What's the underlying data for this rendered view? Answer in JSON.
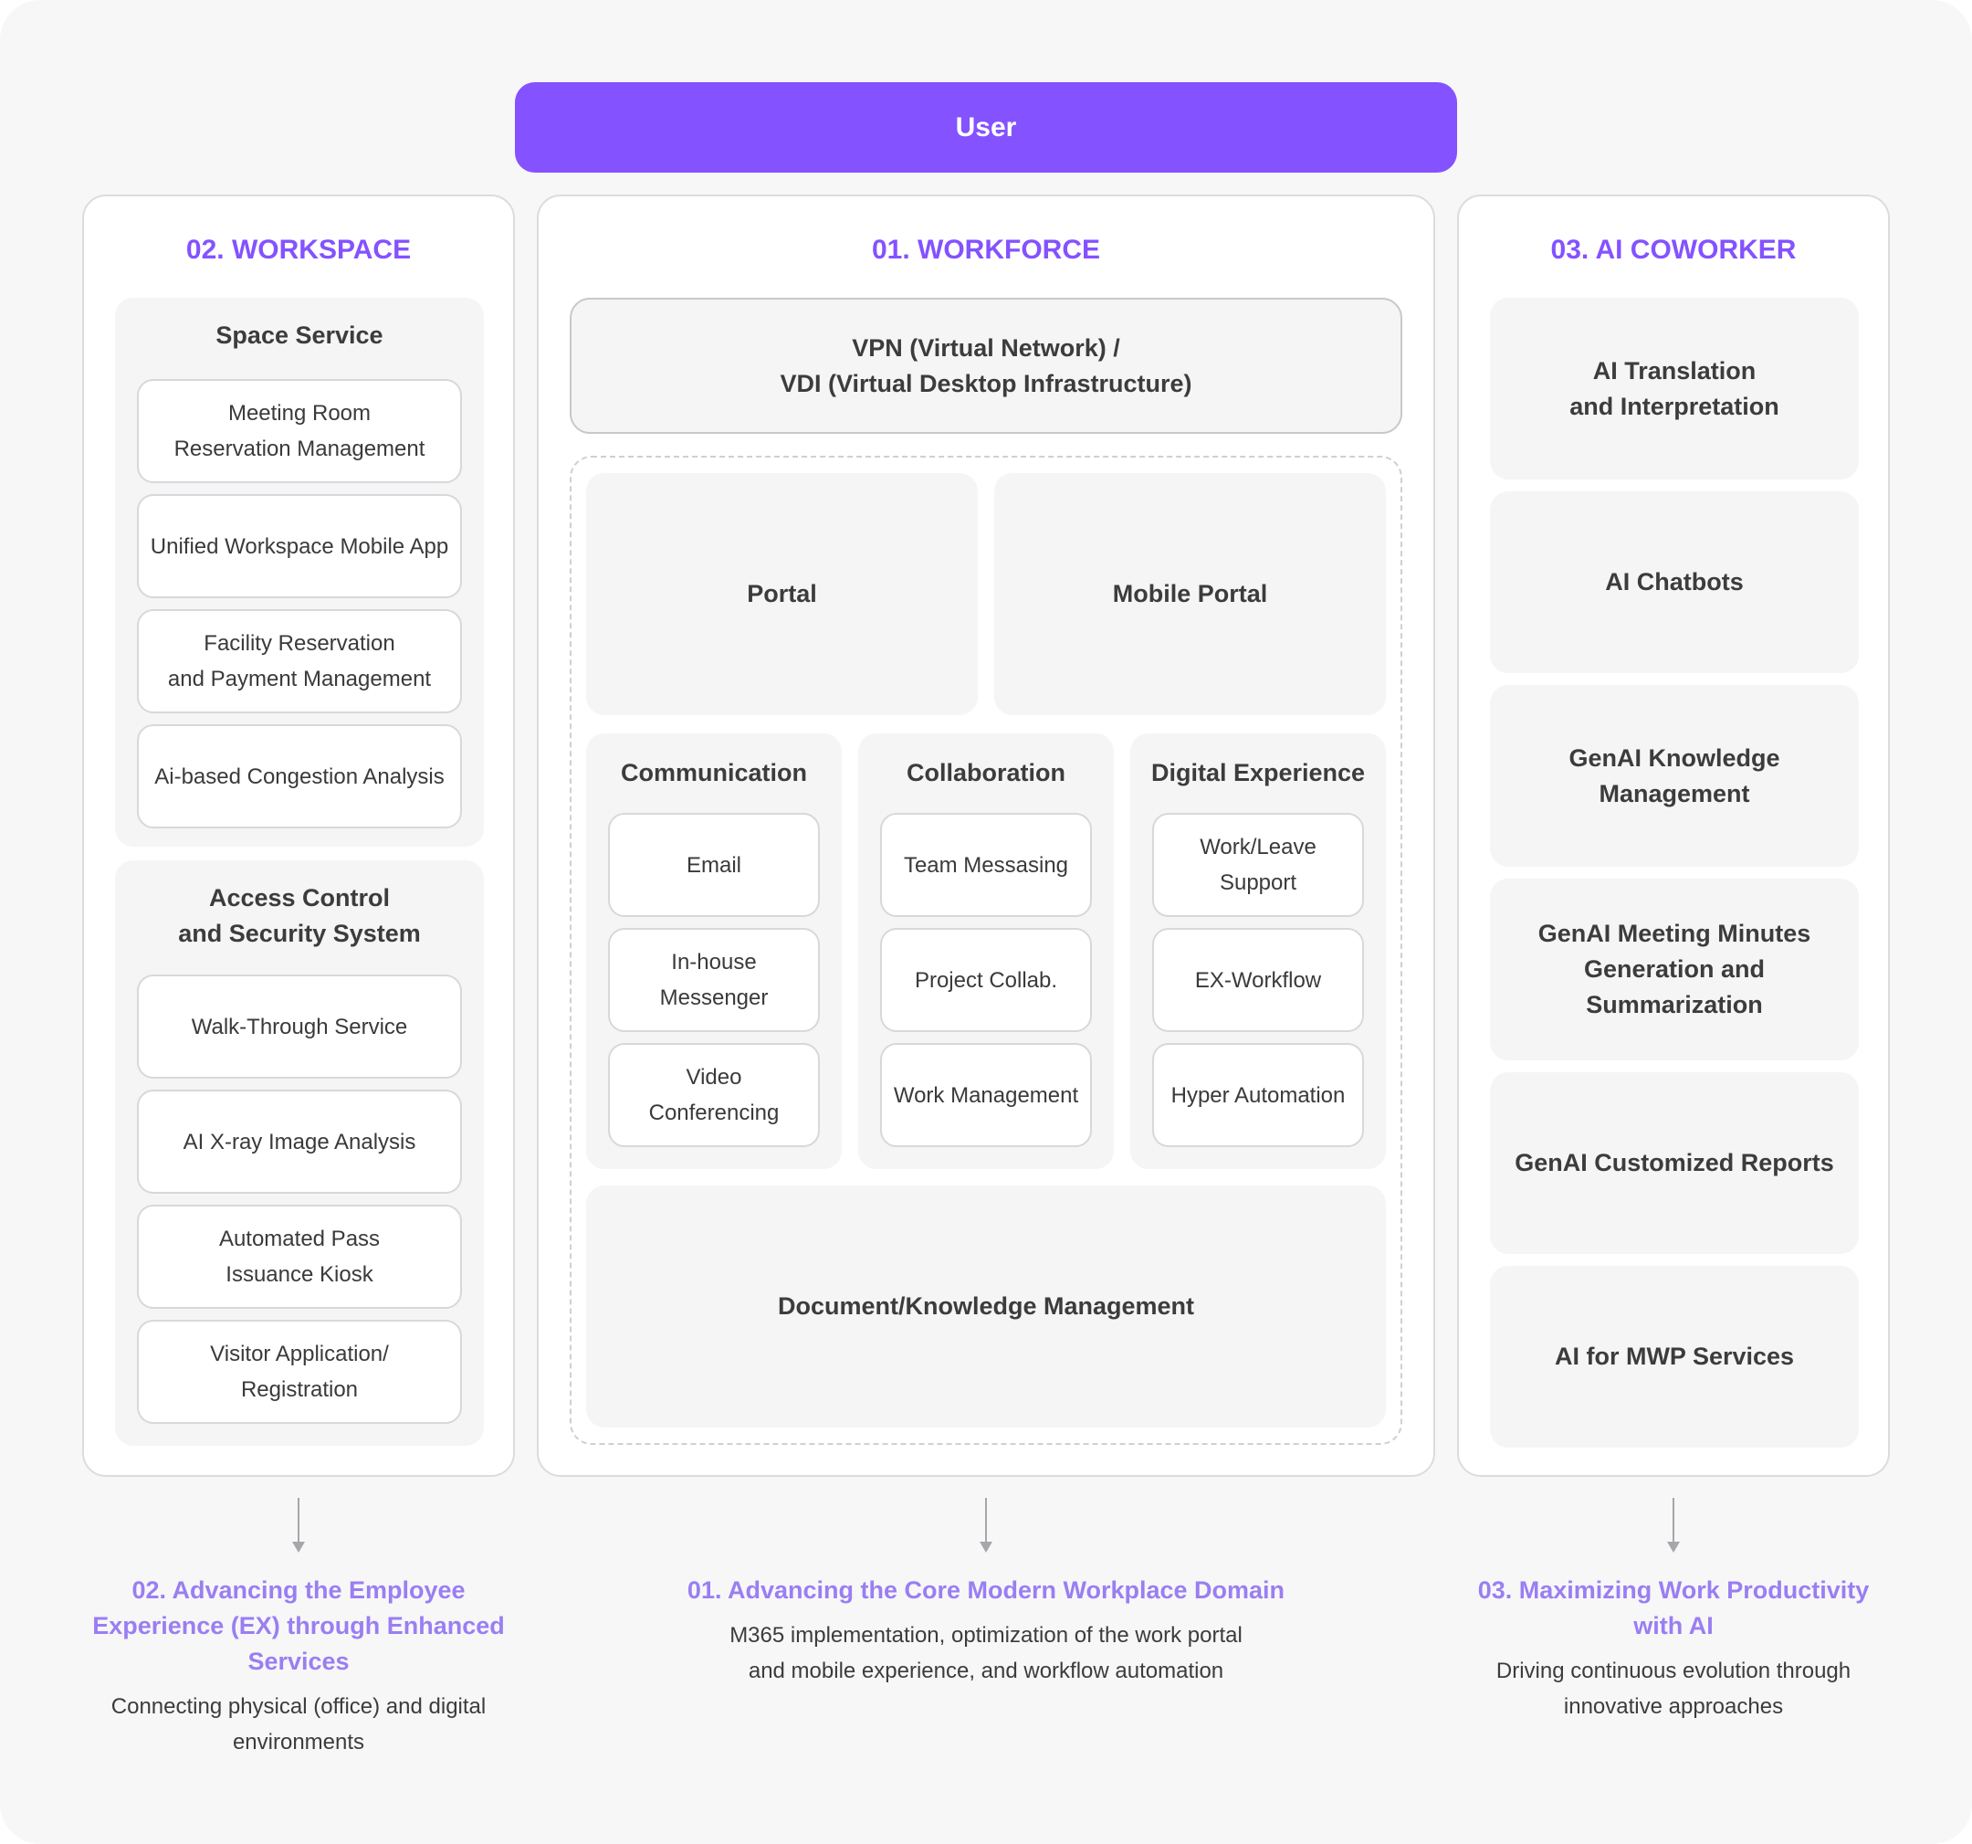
{
  "user": "User",
  "workspace": {
    "title": "02. WORKSPACE",
    "space_service": {
      "title": "Space Service",
      "items": [
        "Meeting Room\nReservation Management",
        "Unified Workspace Mobile App",
        "Facility Reservation\nand Payment Management",
        "Ai-based Congestion Analysis"
      ]
    },
    "access": {
      "title": "Access Control\nand Security System",
      "items": [
        "Walk-Through Service",
        "AI X-ray Image Analysis",
        "Automated Pass\nIssuance Kiosk",
        "Visitor Application/\nRegistration"
      ]
    }
  },
  "workforce": {
    "title": "01. WORKFORCE",
    "vpn": "VPN (Virtual Network) /\nVDI (Virtual Desktop Infrastructure)",
    "portal": "Portal",
    "mobile_portal": "Mobile Portal",
    "communication": {
      "title": "Communication",
      "items": [
        "Email",
        "In-house\nMessenger",
        "Video\nConferencing"
      ]
    },
    "collaboration": {
      "title": "Collaboration",
      "items": [
        "Team Messasing",
        "Project Collab.",
        "Work Management"
      ]
    },
    "digital_experience": {
      "title": "Digital Experience",
      "items": [
        "Work/Leave\nSupport",
        "EX-Workflow",
        "Hyper Automation"
      ]
    },
    "document": "Document/Knowledge Management"
  },
  "ai_coworker": {
    "title": "03. AI COWORKER",
    "items": [
      "AI Translation\nand Interpretation",
      "AI Chatbots",
      "GenAI Knowledge\nManagement",
      "GenAI Meeting Minutes\nGeneration and Summarization",
      "GenAI Customized Reports",
      "AI for MWP Services"
    ]
  },
  "outcomes": {
    "workspace": {
      "title": "02. Advancing the Employee\nExperience (EX) through Enhanced\nServices",
      "desc": "Connecting physical (office) and digital\nenvironments"
    },
    "workforce": {
      "title": "01. Advancing the Core Modern Workplace Domain",
      "desc": "M365 implementation, optimization of the work portal\nand mobile experience, and workflow automation"
    },
    "ai": {
      "title": "03. Maximizing Work Productivity\nwith AI",
      "desc": "Driving continuous evolution through\ninnovative approaches"
    }
  },
  "colors": {
    "accent": "#8452ff",
    "outcome_title": "#9a7ef2"
  }
}
